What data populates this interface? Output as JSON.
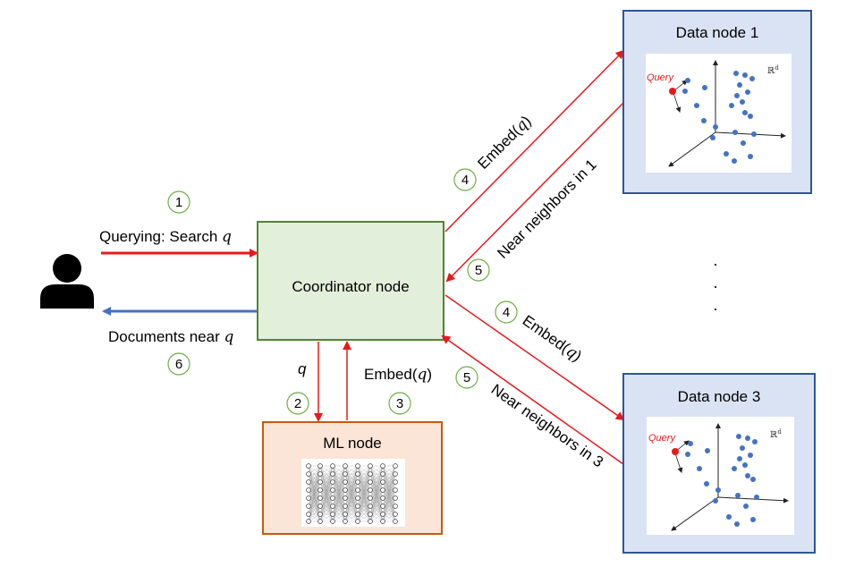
{
  "coordinator": {
    "label": "Coordinator node"
  },
  "ml_node": {
    "label": "ML node"
  },
  "data_node_1": {
    "label": "Data node 1",
    "query_label": "Query",
    "space_label": "ℝ",
    "space_sup": "d"
  },
  "data_node_3": {
    "label": "Data node 3",
    "query_label": "Query",
    "space_label": "ℝ",
    "space_sup": "d"
  },
  "ellipsis": [
    "·",
    "·",
    "·"
  ],
  "steps": {
    "s1": {
      "num": "1",
      "text": "Querying: Search ",
      "var": "q"
    },
    "s6": {
      "num": "6",
      "text": "Documents near ",
      "var": "q"
    },
    "s2": {
      "num": "2",
      "var": "q"
    },
    "s3": {
      "num": "3",
      "text": "Embed(",
      "var": "q",
      "close": ")"
    },
    "s4a": {
      "num": "4",
      "text": "Embed(",
      "var": "q",
      "close": ")"
    },
    "s5a": {
      "num": "5",
      "text": "Near neighbors in 1"
    },
    "s4b": {
      "num": "4",
      "text": "Embed(",
      "var": "q",
      "close": ")"
    },
    "s5b": {
      "num": "5",
      "text": "Near neighbors in 3"
    }
  },
  "colors": {
    "red": "#e8191c",
    "blue": "#4472c4",
    "coordinator_fill": "#e2efda",
    "coordinator_border": "#548235",
    "ml_fill": "#fbe5d6",
    "ml_border": "#c55a11",
    "data_fill": "#dae3f3",
    "data_border": "#2f5597",
    "point": "#4472c4",
    "circle_border": "#70ad47"
  },
  "icons": {
    "user": "user-icon",
    "network": "neural-network-icon"
  }
}
